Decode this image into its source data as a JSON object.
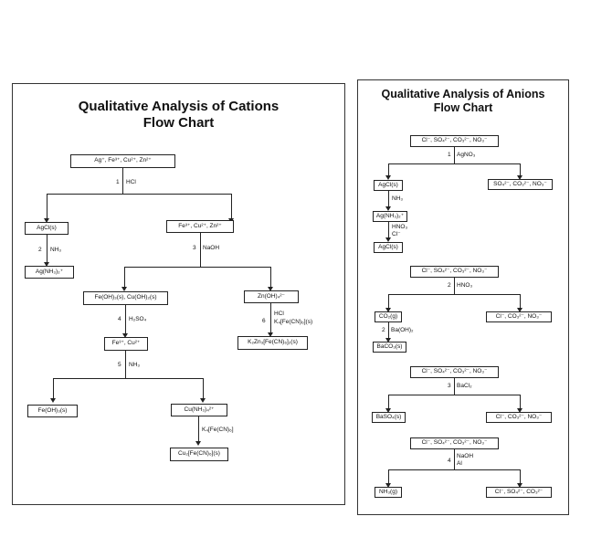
{
  "cations": {
    "title_line1": "Qualitative Analysis of Cations",
    "title_line2": "Flow Chart",
    "start": "Ag⁺, Fe³⁺, Cu²⁺, Zn²⁺",
    "step1": "1",
    "reagent1": "HCl",
    "agcl": "AgCl(s)",
    "group2": "Fe³⁺, Cu²⁺, Zn²⁺",
    "step2": "2",
    "reagent2": "NH₃",
    "agnh3": "Ag(NH₃)₂⁺",
    "step3": "3",
    "reagent3": "NaOH",
    "hydroxides": "Fe(OH)₃(s), Cu(OH)₂(s)",
    "zincate": "Zn(OH)₄²⁻",
    "step4": "4",
    "reagent4": "H₂SO₄",
    "fe_cu": "Fe³⁺, Cu²⁺",
    "step6": "6",
    "reagent6a": "HCl",
    "reagent6b": "K₄[Fe(CN)₆](s)",
    "zinc_ppt": "K₂Zn₃[Fe(CN)₆]₂(s)",
    "step5": "5",
    "reagent5": "NH₃",
    "feoh3": "Fe(OH)₃(s)",
    "cunh3": "Cu(NH₃)₄²⁺",
    "reagent7": "K₄[Fe(CN)₆]",
    "cu_ppt": "Cu₂[Fe(CN)₆](s)"
  },
  "anions": {
    "title_line1": "Qualitative Analysis of Anions",
    "title_line2": "Flow Chart",
    "start": "Cl⁻, SO₄²⁻, CO₃²⁻, NO₃⁻",
    "step1": "1",
    "reagent1": "AgNO₃",
    "agcl": "AgCl(s)",
    "rest1": "SO₄²⁻, CO₃²⁻, NO₃⁻",
    "reagent_nh3": "NH₃",
    "agnh3": "Ag(NH₃)₂⁺",
    "reagent_hno3": "HNO₃",
    "reagent_cl": "Cl⁻",
    "agcl2": "AgCl(s)",
    "start2": "Cl⁻, SO₄²⁻, CO₃²⁻, NO₃⁻",
    "step2": "2",
    "reagent2": "HNO₃",
    "co2": "CO₂(g)",
    "rest2": "Cl⁻, CO₃²⁻, NO₃⁻",
    "reagent_baoh": "Ba(OH)₂",
    "baco3": "BaCO₃(s)",
    "start3": "Cl⁻, SO₄²⁻, CO₃²⁻, NO₃⁻",
    "step3": "3",
    "reagent3": "BaCl₂",
    "baso4": "BaSO₄(s)",
    "rest3": "Cl⁻, CO₃²⁻, NO₃⁻",
    "start4": "Cl⁻, SO₄²⁻, CO₃²⁻, NO₃⁻",
    "step4": "4",
    "reagent4a": "NaOH",
    "reagent4b": "Al",
    "nh3g": "NH₃(g)",
    "rest4": "Cl⁻, SO₄²⁻, CO₃²⁻"
  }
}
